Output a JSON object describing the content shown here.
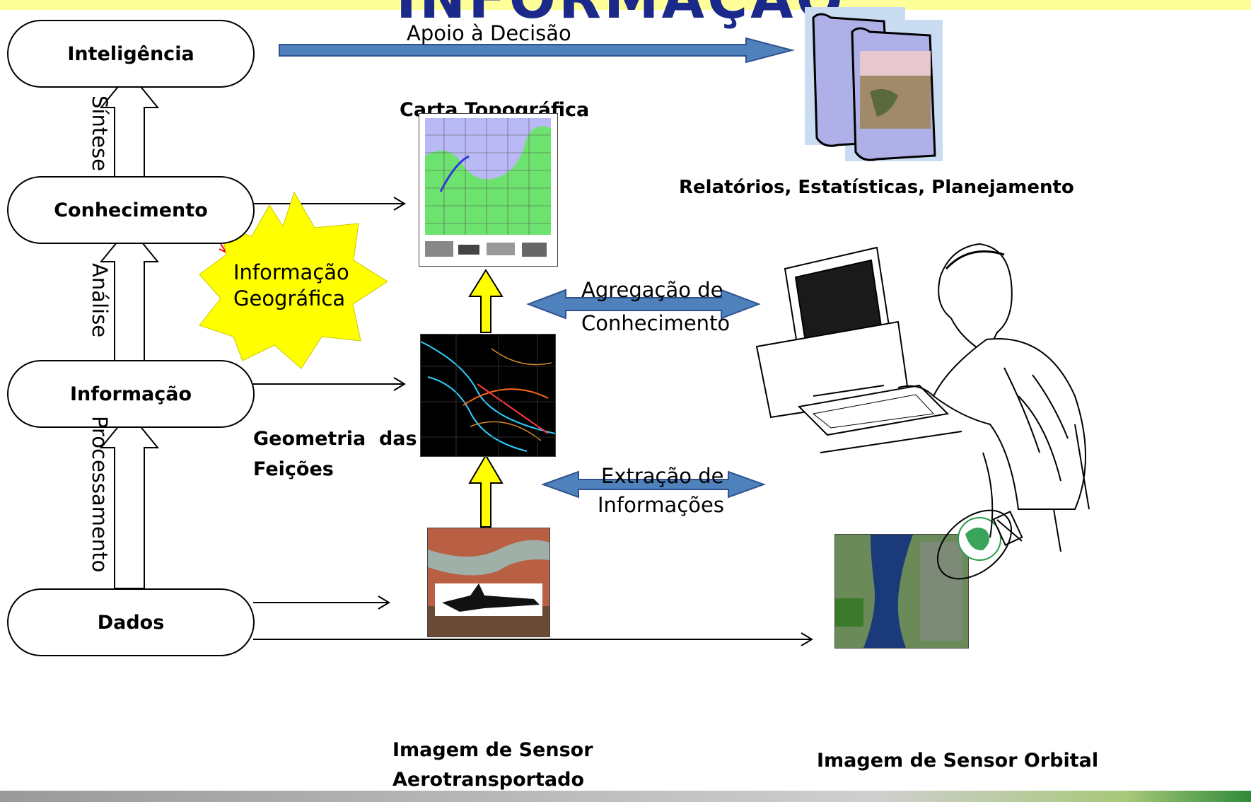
{
  "title": "INFORMAÇÃO",
  "levels": {
    "intelligence": "Inteligência",
    "knowledge": "Conhecimento",
    "information": "Informação",
    "data": "Dados"
  },
  "transitions": {
    "synthesis": "Síntese",
    "analysis": "Análise",
    "processing": "Processamento"
  },
  "labels": {
    "decision_support": "Apoio à Decisão",
    "topo_map": "Carta Topográfica",
    "reports": "Relatórios, Estatísticas, Planejamento",
    "geo_info_line1": "Informação",
    "geo_info_line2": "Geográfica",
    "knowledge_agg_line1": "Agregação de",
    "knowledge_agg_line2": "Conhecimento",
    "geometry_line1": "Geometria  das",
    "geometry_line2": "Feições",
    "info_extract_line1": "Extração de",
    "info_extract_line2": "Informações",
    "airborne_line1": "Imagem de Sensor",
    "airborne_line2": "Aerotransportado",
    "orbital": "Imagem de Sensor Orbital"
  },
  "colors": {
    "hollow_arrow": "#ffffff",
    "blue_arrow": "#4f81bd",
    "yellow_arrow": "#ffff00",
    "star": "#ffff00",
    "title": "#1b2a8a"
  }
}
